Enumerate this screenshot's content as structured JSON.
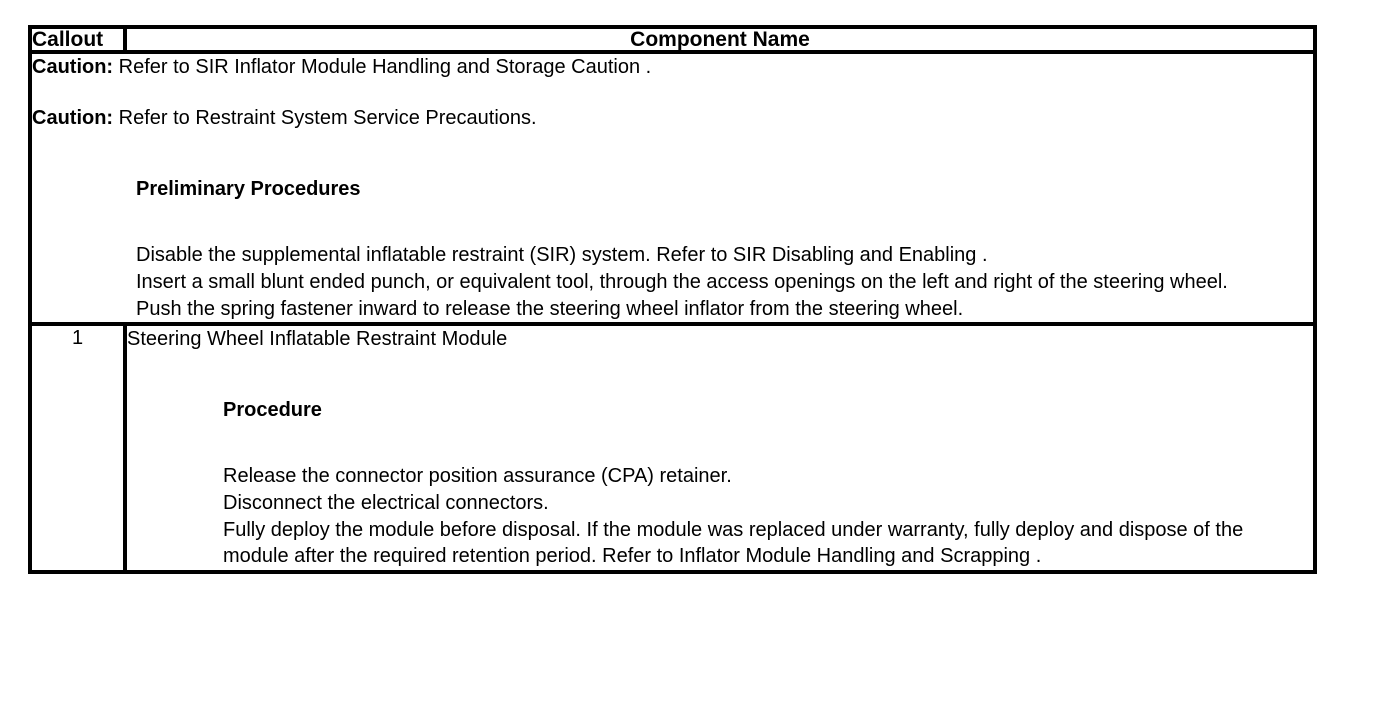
{
  "table": {
    "headers": {
      "callout": "Callout",
      "component_name": "Component Name"
    },
    "caution_row": {
      "cautions": [
        {
          "label": "Caution:",
          "text": " Refer to SIR Inflator Module Handling and Storage Caution ."
        },
        {
          "label": "Caution:",
          "text": " Refer to Restraint System Service Precautions."
        }
      ],
      "preliminary_heading": "Preliminary Procedures",
      "preliminary_steps": [
        "Disable the supplemental inflatable restraint (SIR) system. Refer to SIR Disabling and Enabling .",
        "Insert a small blunt ended punch, or equivalent tool, through the access openings on the left and right of the steering wheel.",
        "Push the spring fastener inward to release the steering wheel inflator from the steering wheel."
      ]
    },
    "rows": [
      {
        "callout": "1",
        "component_name": "Steering Wheel Inflatable Restraint Module",
        "procedure_heading": "Procedure",
        "procedure_steps": [
          "Release the connector position assurance (CPA) retainer.",
          "Disconnect the electrical connectors.",
          "Fully deploy the module before disposal. If the module was replaced under warranty, fully deploy and dispose of the module after the required retention period. Refer to Inflator Module Handling and Scrapping ."
        ]
      }
    ]
  }
}
